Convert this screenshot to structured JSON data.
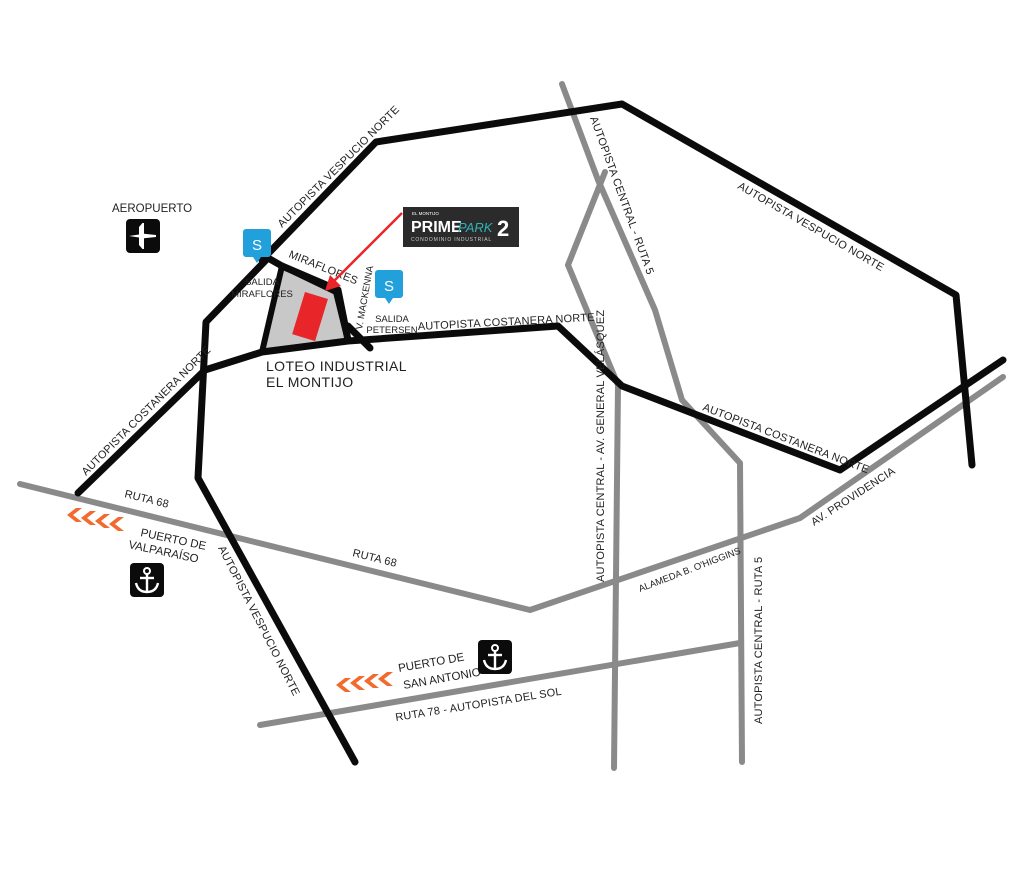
{
  "map": {
    "logo": {
      "small_text": "EL MONTIJO",
      "brand_a": "PRIME",
      "brand_b": "PARK",
      "number": "2",
      "subtitle": "CONDOMINIO INDUSTRIAL",
      "accent_color": "#2fb3b8"
    },
    "area_label": [
      "LOTEO INDUSTRIAL",
      "EL MONTIJO"
    ],
    "airport": {
      "label": "AEROPUERTO",
      "icon": "airplane-icon"
    },
    "exits": [
      {
        "badge": "S",
        "lines": [
          "SALIDA",
          "MIRAFLORES"
        ]
      },
      {
        "badge": "S",
        "lines": [
          "SALIDA",
          "PETERSEN"
        ]
      }
    ],
    "ports": [
      {
        "lines": [
          "PUERTO DE",
          "VALPARAÍSO"
        ],
        "icon": "anchor-icon",
        "arrow": "chevron-left-icon"
      },
      {
        "lines": [
          "PUERTO DE",
          "SAN ANTONIO"
        ],
        "icon": "anchor-icon",
        "arrow": "chevron-left-icon"
      }
    ],
    "roads": {
      "vespucio_norte_top_left": "AUTOPISTA VESPUCIO NORTE",
      "vespucio_norte_right": "AUTOPISTA VESPUCIO NORTE",
      "vespucio_norte_south": "AUTOPISTA VESPUCIO NORTE",
      "central_ruta5": "AUTOPISTA CENTRAL - RUTA 5",
      "central_ruta5_south": "AUTOPISTA CENTRAL - RUTA 5",
      "central_velasquez": "AUTOPISTA CENTRAL - AV. GENERAL VELÁSQUEZ",
      "costanera_norte_center": "AUTOPISTA COSTANERA NORTE",
      "costanera_norte_right": "AUTOPISTA COSTANERA NORTE",
      "costanera_norte_left": "AUTOPISTA COSTANERA NORTE",
      "miraflores": "MIRAFLORES",
      "mackenna": "V. MACKENNA",
      "ruta68_a": "RUTA 68",
      "ruta68_b": "RUTA 68",
      "alameda": "ALAMEDA B. O'HIGGINS",
      "providencia": "AV. PROVIDENCIA",
      "ruta78": "RUTA 78 - AUTOPISTA DEL SOL"
    },
    "colors": {
      "highway": "#0b0b0b",
      "secondary_road": "#8a8a8a",
      "site": "#e8262a",
      "zone": "#c8c8c8",
      "exit_marker": "#21a0dc",
      "port_arrow": "#f26a2e"
    }
  }
}
